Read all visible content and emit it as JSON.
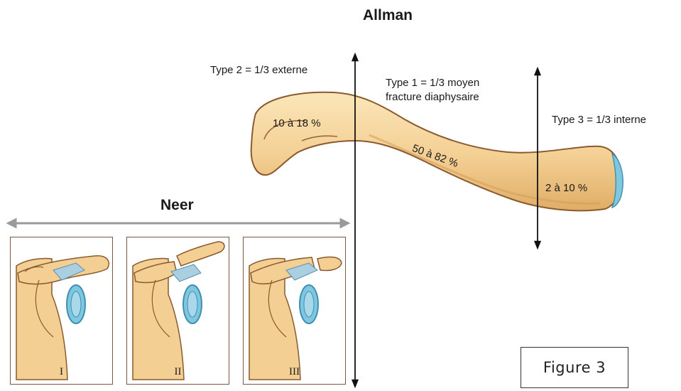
{
  "allman": {
    "title": "Allman",
    "type2_label": "Type 2 = 1/3 externe",
    "type1_line1": "Type 1 = 1/3 moyen",
    "type1_line2": "fracture diaphysaire",
    "type3_label": "Type 3 = 1/3 interne"
  },
  "clavicle": {
    "pct_lateral": "10 à 18 %",
    "pct_middle": "50 à 82 %",
    "pct_medial": "2 à 10 %"
  },
  "neer": {
    "title": "Neer",
    "panels": [
      {
        "numeral": "I"
      },
      {
        "numeral": "II"
      },
      {
        "numeral": "III"
      }
    ]
  },
  "figure_label": "Figure 3",
  "colors": {
    "bone_fill": "#f3cf93",
    "bone_outline": "#8a5a2e",
    "cartilage_blue": "#7fc6df",
    "ligament_blue": "#a9cfe0",
    "neer_arrow": "#9a9a9a",
    "panel_border": "#7a5a47"
  }
}
